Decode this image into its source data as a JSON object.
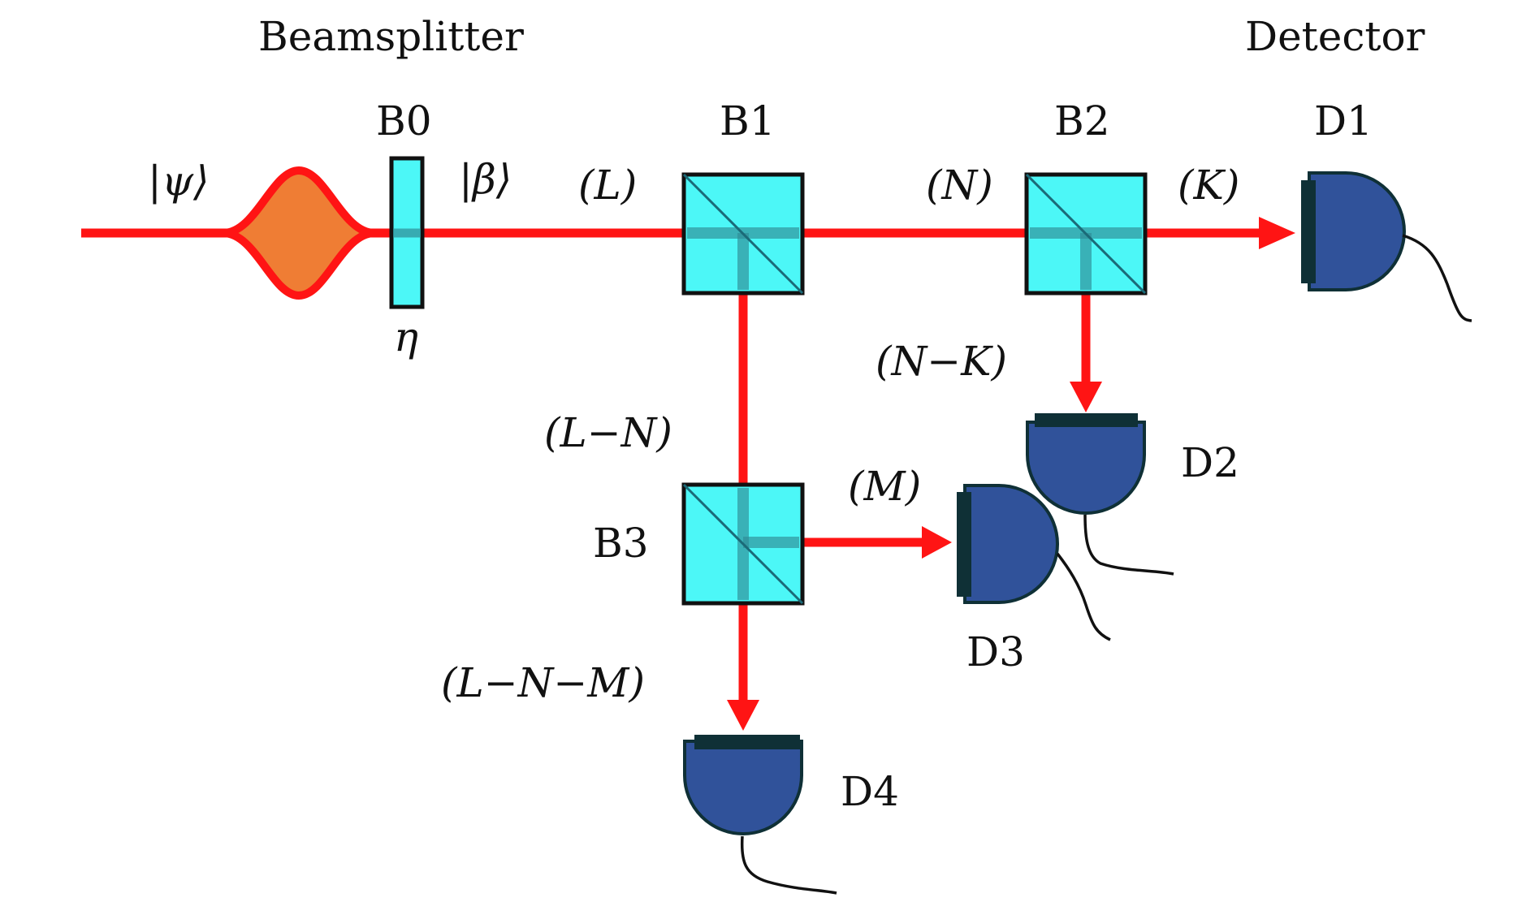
{
  "headers": {
    "beamsplitter": "Beamsplitter",
    "detector": "Detector"
  },
  "components": {
    "b0": "B0",
    "b1": "B1",
    "b2": "B2",
    "b3": "B3",
    "d1": "D1",
    "d2": "D2",
    "d3": "D3",
    "d4": "D4"
  },
  "states": {
    "psi": "|ψ⟩",
    "beta": "|β⟩",
    "eta": "η"
  },
  "beam_labels": {
    "l": "(L)",
    "n": "(N)",
    "k": "(K)",
    "n_minus_k": "(N−K)",
    "l_minus_n": "(L−N)",
    "m": "(M)",
    "l_minus_n_minus_m": "(L−N−M)"
  },
  "colors": {
    "beam": "#ff1414",
    "pulse_fill": "#ef7d34",
    "cube_fill": "#4cf7f7",
    "detector_fill": "#30529a",
    "detector_plate": "#0f3036"
  }
}
